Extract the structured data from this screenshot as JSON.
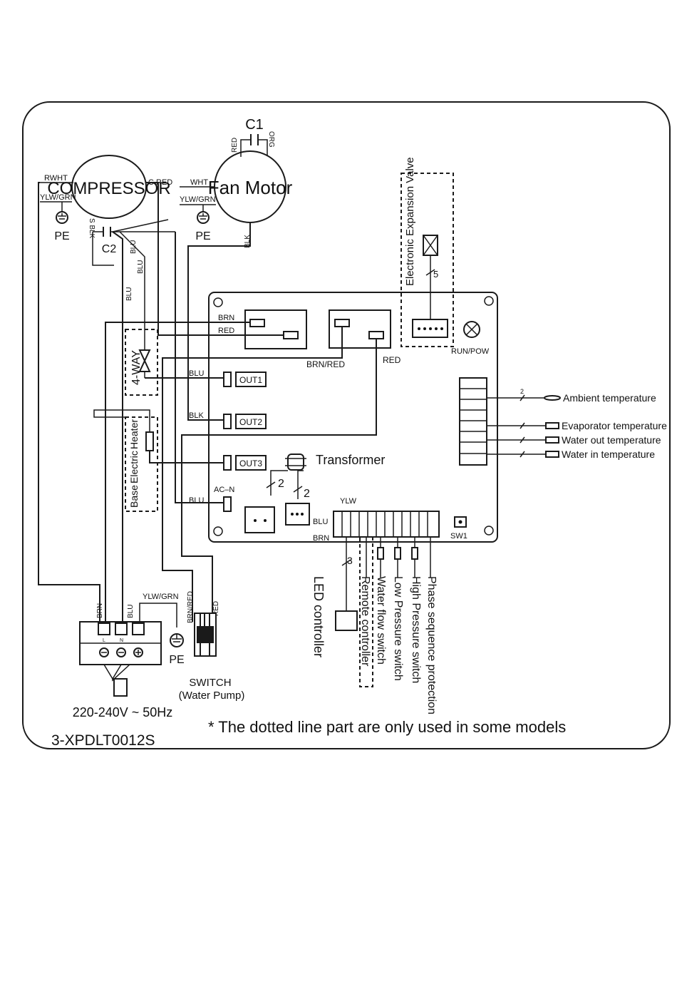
{
  "components": {
    "compressor": "COMPRESSOR",
    "fan_motor": "Fan Motor",
    "c1": "C1",
    "c2": "C2",
    "pe": "PE",
    "four_way": "4-WAY",
    "base_heater_1": "Base",
    "base_heater_2": "Electric",
    "base_heater_3": "Heater",
    "eev": "Electronic Expansion Valve",
    "transformer": "Transformer",
    "run_pow": "RUN/POW",
    "sw1": "SW1",
    "switch": "SWITCH",
    "water_pump": "(Water Pump)",
    "power_supply": "220-240V ~ 50Hz",
    "model": "3-XPDLT0012S",
    "note": "* The dotted line part are only used in some models",
    "led_controller": "LED controller"
  },
  "outputs": {
    "out1": "OUT1",
    "out2": "OUT2",
    "out3": "OUT3",
    "ac_n": "AC–N"
  },
  "wires": {
    "rwht": "RWHT",
    "ylw_grn": "YLW/GRN",
    "c_red": "C RED",
    "wht": "WHT",
    "red": "RED",
    "org": "ORG",
    "s_blk": "S BLK",
    "blk": "BLK",
    "blu": "BLU",
    "brn": "BRN",
    "brn_red": "BRN/RED",
    "ylw": "YLW"
  },
  "wire_counts": {
    "eev": "5",
    "sensor": "2",
    "transformer": "2",
    "led": "3"
  },
  "sensors": [
    "Ambient temperature",
    "Evaporator temperature",
    "Water out temperature",
    "Water in temperature"
  ],
  "switches": [
    "Phase sequence protection",
    "High Pressure switch",
    "Low Pressure switch",
    "Water flow switch",
    "Remote controller"
  ],
  "terminal_letters": [
    "L",
    "N"
  ]
}
